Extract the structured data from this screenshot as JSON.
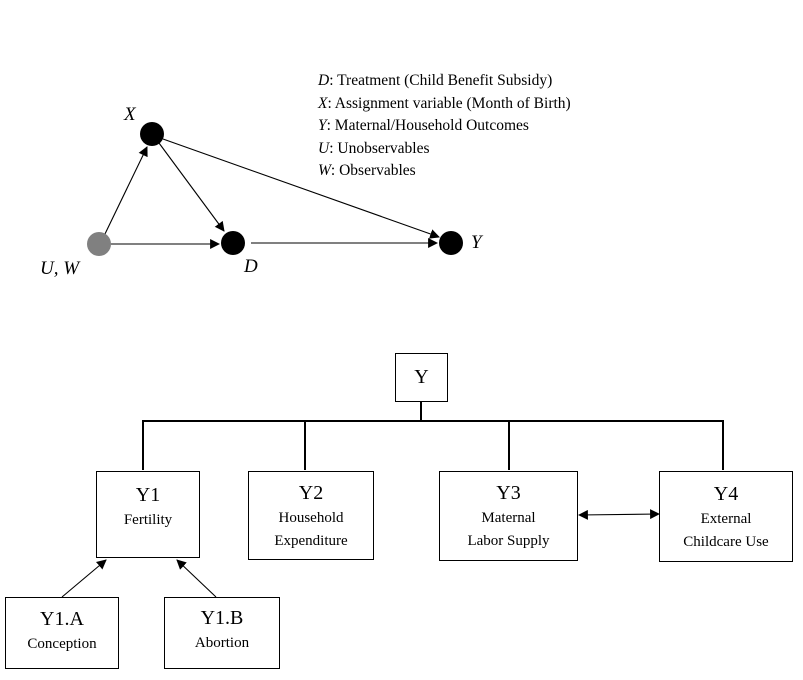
{
  "dag": {
    "nodes": [
      {
        "id": "X",
        "label": "X",
        "color": "#000000"
      },
      {
        "id": "UW",
        "label": "U, W",
        "color": "#808080"
      },
      {
        "id": "D",
        "label": "D",
        "color": "#000000"
      },
      {
        "id": "Y",
        "label": "Y",
        "color": "#000000"
      }
    ],
    "edges": [
      {
        "from": "UW",
        "to": "X"
      },
      {
        "from": "UW",
        "to": "D"
      },
      {
        "from": "X",
        "to": "D"
      },
      {
        "from": "X",
        "to": "Y"
      },
      {
        "from": "D",
        "to": "Y"
      }
    ]
  },
  "legend": [
    {
      "symbol": "D",
      "text": ": Treatment (Child Benefit Subsidy)"
    },
    {
      "symbol": "X",
      "text": ": Assignment variable (Month of Birth)"
    },
    {
      "symbol": "Y",
      "text": ": Maternal/Household Outcomes"
    },
    {
      "symbol": "U",
      "text": ": Unobservables"
    },
    {
      "symbol": "W",
      "text": ": Observables"
    }
  ],
  "tree": {
    "root": {
      "code": "Y"
    },
    "outcomes": [
      {
        "code": "Y1",
        "desc": [
          "Fertility"
        ]
      },
      {
        "code": "Y2",
        "desc": [
          "Household",
          "Expenditure"
        ]
      },
      {
        "code": "Y3",
        "desc": [
          "Maternal",
          "Labor Supply"
        ]
      },
      {
        "code": "Y4",
        "desc": [
          "External",
          "Childcare Use"
        ]
      }
    ],
    "sub_outcomes": [
      {
        "code": "Y1.A",
        "desc": [
          "Conception"
        ]
      },
      {
        "code": "Y1.B",
        "desc": [
          "Abortion"
        ]
      }
    ]
  }
}
